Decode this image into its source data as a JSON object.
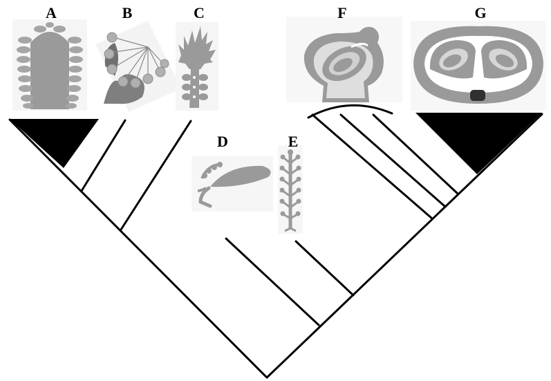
{
  "diagram": {
    "type": "cladogram",
    "panels": [
      {
        "label": "A",
        "image": "cycad-megasporophyll-icon"
      },
      {
        "label": "B",
        "image": "ginkgo-ovules-and-leaf-icon"
      },
      {
        "label": "C",
        "image": "cycas-megasporophyll-icon"
      },
      {
        "label": "D",
        "image": "seed-fern-cupule-icon"
      },
      {
        "label": "E",
        "image": "fertile-axis-icon"
      },
      {
        "label": "F",
        "image": "ovule-cupule-section-icon"
      },
      {
        "label": "G",
        "image": "anatropous-ovule-section-icon"
      }
    ],
    "colors": {
      "lines": "#000000",
      "illustration_fill": "#9a9a9a",
      "illustration_dark": "#7d7d7d",
      "illustration_light": "#c9c9c9",
      "background": "#ffffff"
    }
  }
}
